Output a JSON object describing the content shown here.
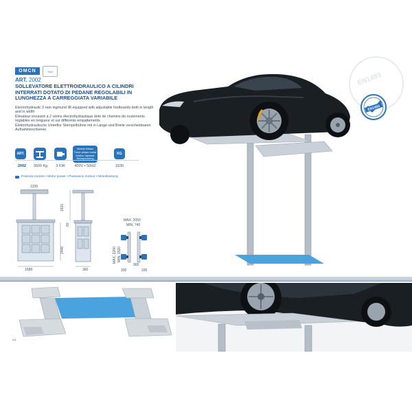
{
  "brand": {
    "logo": "OMCN",
    "certification_mark": "TÜV"
  },
  "product": {
    "art_label": "ART.",
    "art_number": "2002",
    "title_it": "SOLLEVATORE ELETTROIDRAULICO A CILINDRI INTERRATI DOTATO DI PEDANE REGOLABILI IN LUNGHEZZA A CARREGGIATA VARIABILE",
    "desc_en": "Electrohydraulic 2-ram inground lift equipped with adjustable footboards both in length and in width",
    "desc_fr": "Élévateur encastré à 2 vérins électrohydraulique doté de chemins de roulements réglables en longueur et sur différents empattements",
    "desc_de": "Elektrohydraulische Unterflur Stempelbühne mit in Länge-und Breite verschiebbaren Aufnahmeschienen"
  },
  "specs": {
    "icons": {
      "art": "ART.",
      "weight": "KG"
    },
    "motor_label_lines": [
      "Motore trifase",
      "Three phase motor",
      "Moteur triphasé",
      "Netzspannung"
    ],
    "values": {
      "art": "2002",
      "capacity": "3500 Kg",
      "power": "3 KW",
      "voltage": "400V • 50HZ",
      "weight": "1530"
    }
  },
  "legend_note": "Potenza motore • Motor power • Puissance moteur • Motorleistung",
  "dimensions": {
    "plan_top_width": "1335",
    "plan_bottom_width": "1588",
    "plan_height": "2446",
    "side_height": "1920",
    "side_bottom": "360",
    "side_small": "60",
    "top_max_width": "MAX. 2050",
    "top_min_width": "MIN. 740",
    "top_max_length": "MAX. 2200",
    "top_min_length": "MIN. 1520",
    "top_inner": "965",
    "top_left_foot": "330",
    "top_right_foot": "330"
  },
  "seal": {
    "background_text": "EN1493",
    "badge_text": "EN1493"
  },
  "page_number": "44",
  "colors": {
    "accent": "#2a73b8",
    "title": "#1d4f86",
    "car_body": "#1a1f24",
    "platform_blue": "#4aa3df"
  }
}
